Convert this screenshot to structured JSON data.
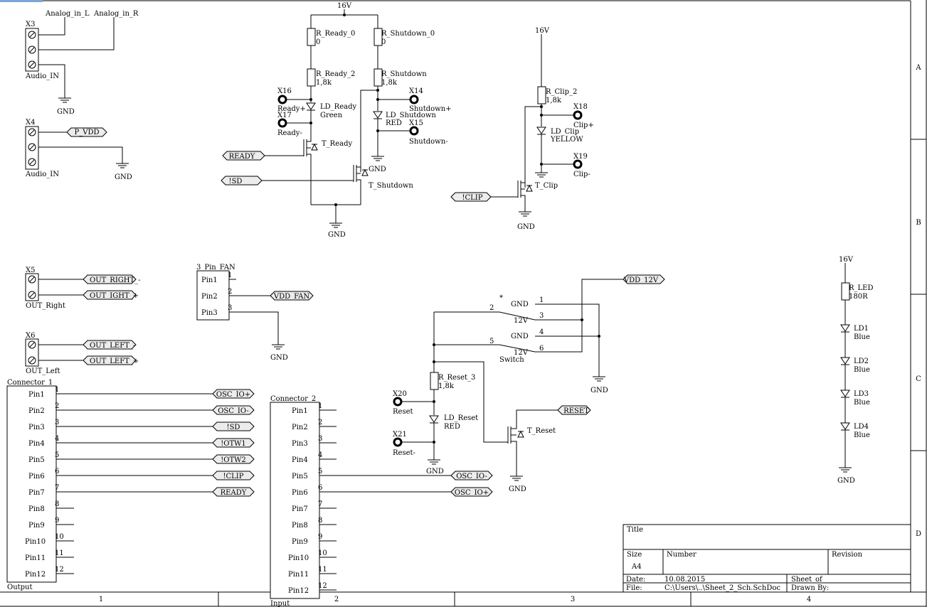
{
  "audio_in": {
    "x3": {
      "ref": "X3",
      "name": "Audio_IN",
      "net_l": "Analog_in_L",
      "net_r": "Analog_in_R",
      "gnd": "GND"
    },
    "x4": {
      "ref": "X4",
      "name": "Audio_IN",
      "port": "P_VDD",
      "gnd": "GND"
    }
  },
  "outputs": {
    "x5": {
      "ref": "X5",
      "name": "OUT_Right",
      "port1": "OUT_RIGHT_-",
      "port2": "OUT_IGHT_+"
    },
    "x6": {
      "ref": "X6",
      "name": "OUT_Left",
      "port1": "OUT_LEFT_-",
      "port2": "OUT_LEFT_+"
    }
  },
  "fan": {
    "name": "3_Pin_FAN",
    "pins": [
      "Pin1",
      "Pin2",
      "Pin3"
    ],
    "nums": [
      "1",
      "2",
      "3"
    ],
    "port": "VDD_FAN",
    "gnd": "GND"
  },
  "ready_shutdown": {
    "supply": "16V",
    "r_ready_0": {
      "name": "R_Ready_0",
      "value": "0"
    },
    "r_shutdown_0": {
      "name": "R_Shutdown_0",
      "value": "0"
    },
    "r_ready_2": {
      "name": "R_Ready_2",
      "value": "1,8k"
    },
    "r_shutdown": {
      "name": "R_Shutdown",
      "value": "1,8k"
    },
    "x16": {
      "ref": "X16",
      "label": "Ready+"
    },
    "x17": {
      "ref": "X17",
      "label": "Ready-"
    },
    "x14": {
      "ref": "X14",
      "label": "Shutdown+"
    },
    "x15": {
      "ref": "X15",
      "label": "Shutdown-"
    },
    "ld_ready": {
      "name": "LD_Ready",
      "color": "Green"
    },
    "ld_shutdown": {
      "name": "LD_Shutdown",
      "color": "RED"
    },
    "t_ready": "T_Ready",
    "t_shutdown": "T_Shutdown",
    "port_ready": "READY",
    "port_sd": "!SD",
    "gnd": "GND"
  },
  "clip": {
    "supply": "16V",
    "r_clip": {
      "name": "R_Clip_2",
      "value": "1,8k"
    },
    "x18": {
      "ref": "X18",
      "label": "Clip+"
    },
    "x19": {
      "ref": "X19",
      "label": "Clip-"
    },
    "ld_clip": {
      "name": "LD_Clip",
      "color": "YELLOW"
    },
    "t_clip": "T_Clip",
    "port": "!CLIP",
    "gnd": "GND"
  },
  "switch": {
    "mark": "*",
    "label": "Switch",
    "left_nums": [
      "2",
      "5"
    ],
    "rows": [
      {
        "name": "GND",
        "num": "1"
      },
      {
        "name": "12V",
        "num": "3"
      },
      {
        "name": "GND",
        "num": "4"
      },
      {
        "name": "12V",
        "num": "6"
      }
    ],
    "port": "VDD_12V",
    "gnd": "GND"
  },
  "reset": {
    "r": {
      "name": "R_Reset_3",
      "value": "1,8k"
    },
    "x20": {
      "ref": "X20",
      "label": "Reset"
    },
    "x21": {
      "ref": "X21",
      "label": "Reset-"
    },
    "ld": {
      "name": "LD_Reset",
      "color": "RED"
    },
    "t": "T_Reset",
    "port": "RESET",
    "gnd": "GND"
  },
  "led_chain": {
    "supply": "16V",
    "r": {
      "name": "R_LED",
      "value": "180R"
    },
    "leds": [
      {
        "name": "LD1",
        "color": "Blue"
      },
      {
        "name": "LD2",
        "color": "Blue"
      },
      {
        "name": "LD3",
        "color": "Blue"
      },
      {
        "name": "LD4",
        "color": "Blue"
      }
    ],
    "gnd": "GND"
  },
  "connector1": {
    "title": "Connector_1",
    "footer": "Output",
    "pins": [
      {
        "name": "Pin1",
        "num": "1",
        "net": "OSC_IO+"
      },
      {
        "name": "Pin2",
        "num": "2",
        "net": "OSC_IO-"
      },
      {
        "name": "Pin3",
        "num": "3",
        "net": "!SD"
      },
      {
        "name": "Pin4",
        "num": "4",
        "net": "!OTW1"
      },
      {
        "name": "Pin5",
        "num": "5",
        "net": "!OTW2"
      },
      {
        "name": "Pin6",
        "num": "6",
        "net": "!CLIP"
      },
      {
        "name": "Pin7",
        "num": "7",
        "net": "READY"
      },
      {
        "name": "Pin8",
        "num": "8",
        "net": ""
      },
      {
        "name": "Pin9",
        "num": "9",
        "net": ""
      },
      {
        "name": "Pin10",
        "num": "10",
        "net": ""
      },
      {
        "name": "Pin11",
        "num": "11",
        "net": ""
      },
      {
        "name": "Pin12",
        "num": "12",
        "net": ""
      }
    ]
  },
  "connector2": {
    "title": "Connector_2",
    "footer": "Input",
    "pins": [
      {
        "name": "Pin1",
        "num": "1",
        "net": ""
      },
      {
        "name": "Pin2",
        "num": "2",
        "net": ""
      },
      {
        "name": "Pin3",
        "num": "3",
        "net": ""
      },
      {
        "name": "Pin4",
        "num": "4",
        "net": ""
      },
      {
        "name": "Pin5",
        "num": "5",
        "net": "OSC_IO-"
      },
      {
        "name": "Pin6",
        "num": "6",
        "net": "OSC_IO+"
      },
      {
        "name": "Pin7",
        "num": "7",
        "net": ""
      },
      {
        "name": "Pin8",
        "num": "8",
        "net": ""
      },
      {
        "name": "Pin9",
        "num": "9",
        "net": ""
      },
      {
        "name": "Pin10",
        "num": "10",
        "net": ""
      },
      {
        "name": "Pin11",
        "num": "11",
        "net": ""
      },
      {
        "name": "Pin12",
        "num": "12",
        "net": ""
      }
    ]
  },
  "title_block": {
    "title_label": "Title",
    "size_label": "Size",
    "size_value": "A4",
    "number_label": "Number",
    "revision_label": "Revision",
    "date_label": "Date:",
    "date_value": "10.08.2015",
    "sheet_label": "Sheet",
    "of_label": "of",
    "file_label": "File:",
    "file_value": "C:\\Users\\..\\Sheet_2_Sch.SchDoc",
    "drawn_label": "Drawn By:"
  },
  "border": {
    "columns": [
      "1",
      "2",
      "3",
      "4"
    ],
    "rows": [
      "A",
      "B",
      "C",
      "D"
    ]
  }
}
